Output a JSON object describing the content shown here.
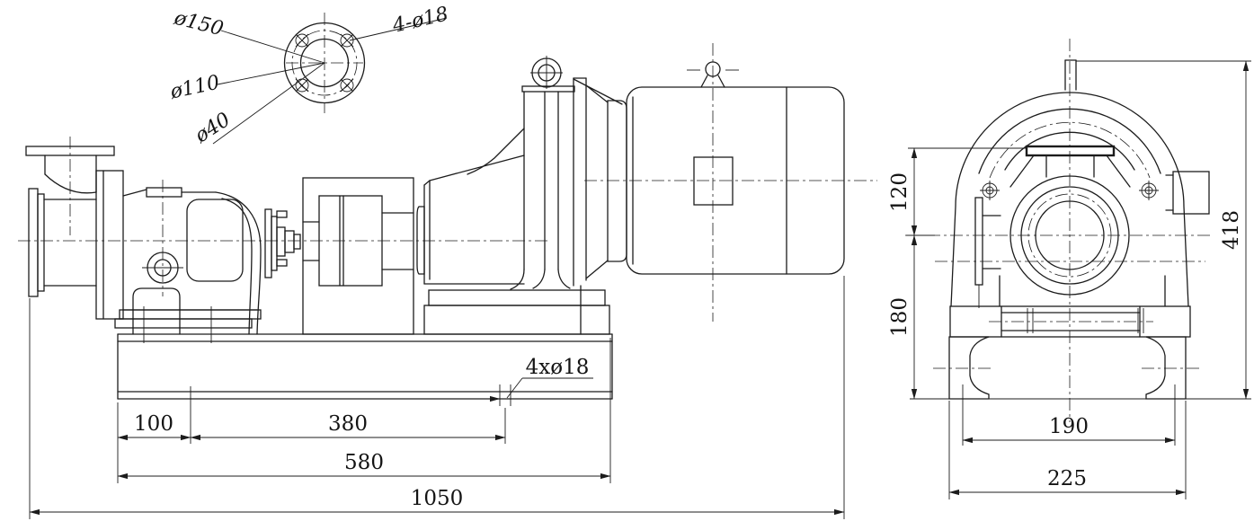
{
  "meta": {
    "drawing_type": "pump-gearbox-motor outline installation drawing",
    "bg_color": "#ffffff",
    "line_color": "#1c1c1c"
  },
  "flange_detail": {
    "outer": "ø150",
    "bolt_circle": "ø110",
    "bore": "ø40",
    "holes": "4-ø18"
  },
  "side_view": {
    "d100": "100",
    "d380": "380",
    "d580": "580",
    "d1050": "1050",
    "base_holes": "4xø18"
  },
  "front_view": {
    "d120": "120",
    "d180": "180",
    "d418": "418",
    "d190": "190",
    "d225": "225"
  }
}
